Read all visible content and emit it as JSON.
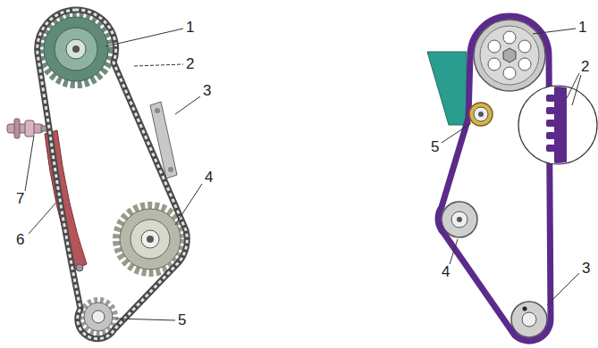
{
  "diagram": {
    "labels": [
      "1",
      "2",
      "3",
      "4",
      "5",
      "6",
      "7",
      "1",
      "2",
      "3",
      "4",
      "5"
    ]
  }
}
